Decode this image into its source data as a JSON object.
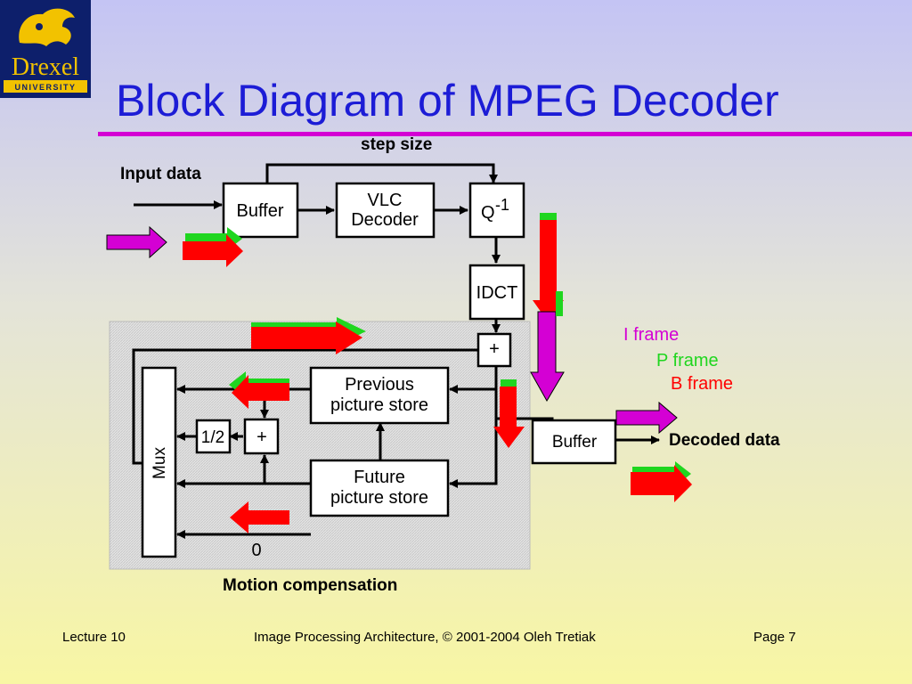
{
  "logo": {
    "text": "Drexel",
    "subtext": "UNIVERSITY"
  },
  "title": "Block Diagram of MPEG Decoder",
  "diagram": {
    "labels": {
      "step_size": "step size",
      "input_data": "Input data",
      "decoded_data": "Decoded data",
      "motion_comp": "Motion compensation",
      "zero": "0"
    },
    "blocks": {
      "buffer_in": "Buffer",
      "vlc_line1": "VLC",
      "vlc_line2": "Decoder",
      "q_inv": "Q",
      "q_exp": "-1",
      "idct": "IDCT",
      "adder_top": "+",
      "prev_line1": "Previous",
      "prev_line2": "picture store",
      "half": "1/2",
      "adder_mid": "+",
      "future_line1": "Future",
      "future_line2": "picture store",
      "mux": "Mux",
      "buffer_out": "Buffer"
    }
  },
  "legend": {
    "i_frame": "I frame",
    "p_frame": "P frame",
    "b_frame": "B frame"
  },
  "colors": {
    "i_frame": "#d400d4",
    "p_frame": "#1fd61f",
    "b_frame": "#ff0000",
    "title": "#1c1cd6",
    "rule": "#d400d4"
  },
  "footer": {
    "left": "Lecture 10",
    "center": "Image Processing Architecture, © 2001-2004  Oleh Tretiak",
    "right": "Page 7"
  }
}
